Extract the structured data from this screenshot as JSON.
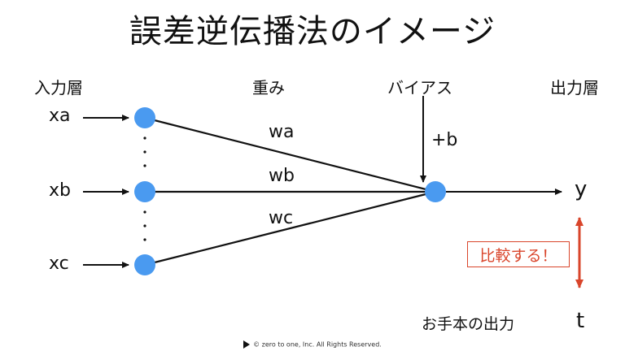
{
  "title": "誤差逆伝播法のイメージ",
  "labels": {
    "input_layer": "入力層",
    "weights": "重み",
    "bias": "バイアス",
    "output_layer": "出力層",
    "bias_term": "+b",
    "teacher_output": "お手本の出力",
    "compare": "比較する！"
  },
  "inputs": [
    "xa",
    "xb",
    "xc"
  ],
  "weight_names": [
    "wa",
    "wb",
    "wc"
  ],
  "output": "y",
  "target": "t",
  "colors": {
    "node": "#4a9af0",
    "accent": "#d9452b",
    "line": "#111111"
  },
  "footer": {
    "logo_icon": "play-outline-icon",
    "copyright": "©  zero to one, Inc. All Rights Reserved."
  }
}
